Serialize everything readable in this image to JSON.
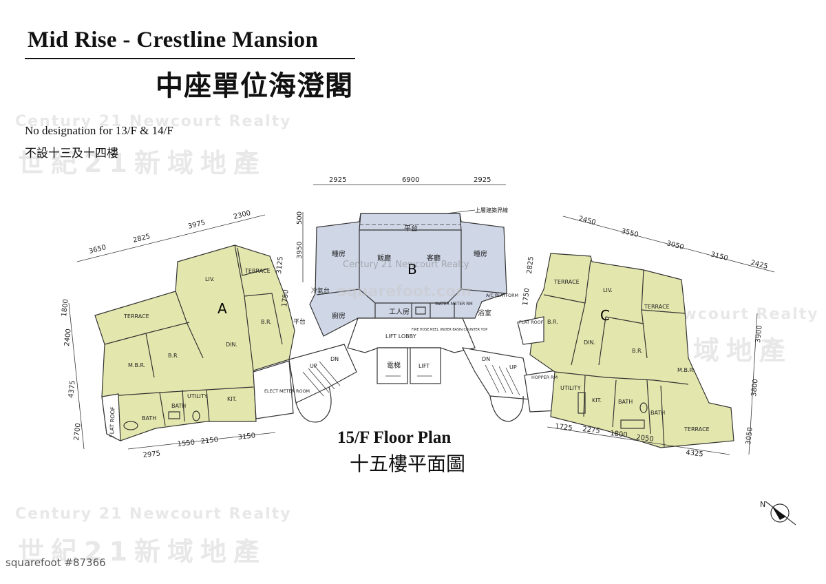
{
  "header": {
    "title_en": "Mid Rise - Crestline Mansion",
    "title_zh": "中座單位海澄閣"
  },
  "note": {
    "en": "No designation for 13/F & 14/F",
    "zh": "不設十三及十四樓"
  },
  "plan": {
    "title_en": "15/F Floor Plan",
    "title_zh": "十五樓平面圖"
  },
  "units": {
    "a": "A",
    "b": "B",
    "c": "C"
  },
  "rooms": {
    "a_liv": "LIV.",
    "a_din": "DIN.",
    "a_terrace_top": "TERRACE",
    "a_terrace_left": "TERRACE",
    "a_br1": "B.R.",
    "a_br2": "B.R.",
    "a_mbr": "M.B.R.",
    "a_bath1": "BATH",
    "a_bath2": "BATH",
    "a_utility": "UTILITY",
    "a_kit": "KIT.",
    "a_flat_roof": "FLAT ROOF",
    "elect_meter": "ELECT METER ROOM",
    "b_platform": "平台",
    "b_bed_left": "睡房",
    "b_bed_right": "睡房",
    "b_dining": "飯廳",
    "b_living": "客廳",
    "b_ac": "冷氣台",
    "b_kitchen": "廚房",
    "b_maid": "工人房",
    "b_bath": "浴室",
    "b_ac_platform": "A/C PLATFORM",
    "b_boundary": "上層建築界線",
    "water_meter": "WATER METER RM",
    "fire_hose": "FIRE HOSE REEL UNDER BASIN COUNTER TOP",
    "lift_lobby": "LIFT LOBBY",
    "lift_zh": "電梯",
    "lift_en": "LIFT",
    "platform_left": "平台",
    "hopper": "HOPPER RM",
    "c_liv": "LIV.",
    "c_din": "DIN.",
    "c_terrace_left": "TERRACE",
    "c_terrace_right": "TERRACE",
    "c_terrace_bottom": "TERRACE",
    "c_br1": "B.R.",
    "c_br2": "B.R.",
    "c_mbr": "M.B.R.",
    "c_utility": "UTILITY",
    "c_kit": "KIT.",
    "c_bath1": "BATH",
    "c_bath2": "BATH",
    "c_flat_roof": "FLAT ROOF",
    "up": "UP",
    "dn": "DN"
  },
  "dimensions": {
    "a_top": [
      "3650",
      "2825",
      "3975",
      "2300"
    ],
    "a_left": [
      "1800",
      "2400",
      "4375",
      "2700"
    ],
    "a_bottom": [
      "2975",
      "1550",
      "2150",
      "3150"
    ],
    "a_inner": [
      "3125",
      "1750"
    ],
    "b_top": [
      "2925",
      "6900",
      "2925"
    ],
    "b_left": [
      "500",
      "3950"
    ],
    "c_top": [
      "2450",
      "3550",
      "3050",
      "3150",
      "2425"
    ],
    "c_right": [
      "3900",
      "3800",
      "3050"
    ],
    "c_bottom": [
      "1725",
      "2275",
      "1800",
      "2050",
      "4325"
    ],
    "c_inner": [
      "2825",
      "1750"
    ]
  },
  "watermark": {
    "en": "Century 21 Newcourt Realty",
    "zh": "世紀21新域地產",
    "site": "squarefoot.com"
  },
  "source_tag": "squarefoot #87366",
  "compass": {
    "label": "N"
  },
  "colors": {
    "unit_fill": "#e4e7ad",
    "unit_b_fill": "#cfd6e6",
    "wall": "#333333"
  }
}
